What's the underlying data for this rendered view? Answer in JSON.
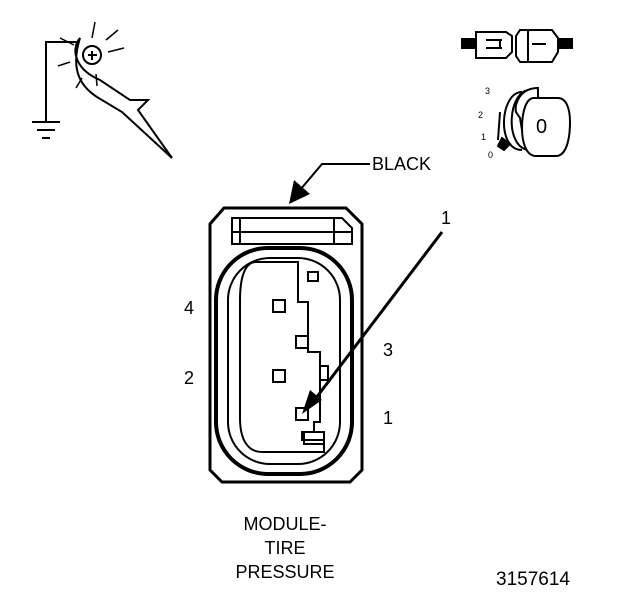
{
  "connector": {
    "color_label": "BLACK",
    "callout_number": "1",
    "pin_labels": {
      "p4": "4",
      "p2": "2",
      "p3": "3",
      "p1": "1"
    },
    "title_lines": [
      "MODULE-",
      "TIRE",
      "PRESSURE"
    ]
  },
  "ignition": {
    "positions": [
      "3",
      "2",
      "1",
      "0"
    ],
    "key_label": "0"
  },
  "figure_number": "3157614",
  "icons": [
    "test-probe-ground-icon",
    "connector-disconnected-icon",
    "ignition-key-icon"
  ],
  "colors": {
    "ink": "#000000",
    "background": "#ffffff"
  }
}
